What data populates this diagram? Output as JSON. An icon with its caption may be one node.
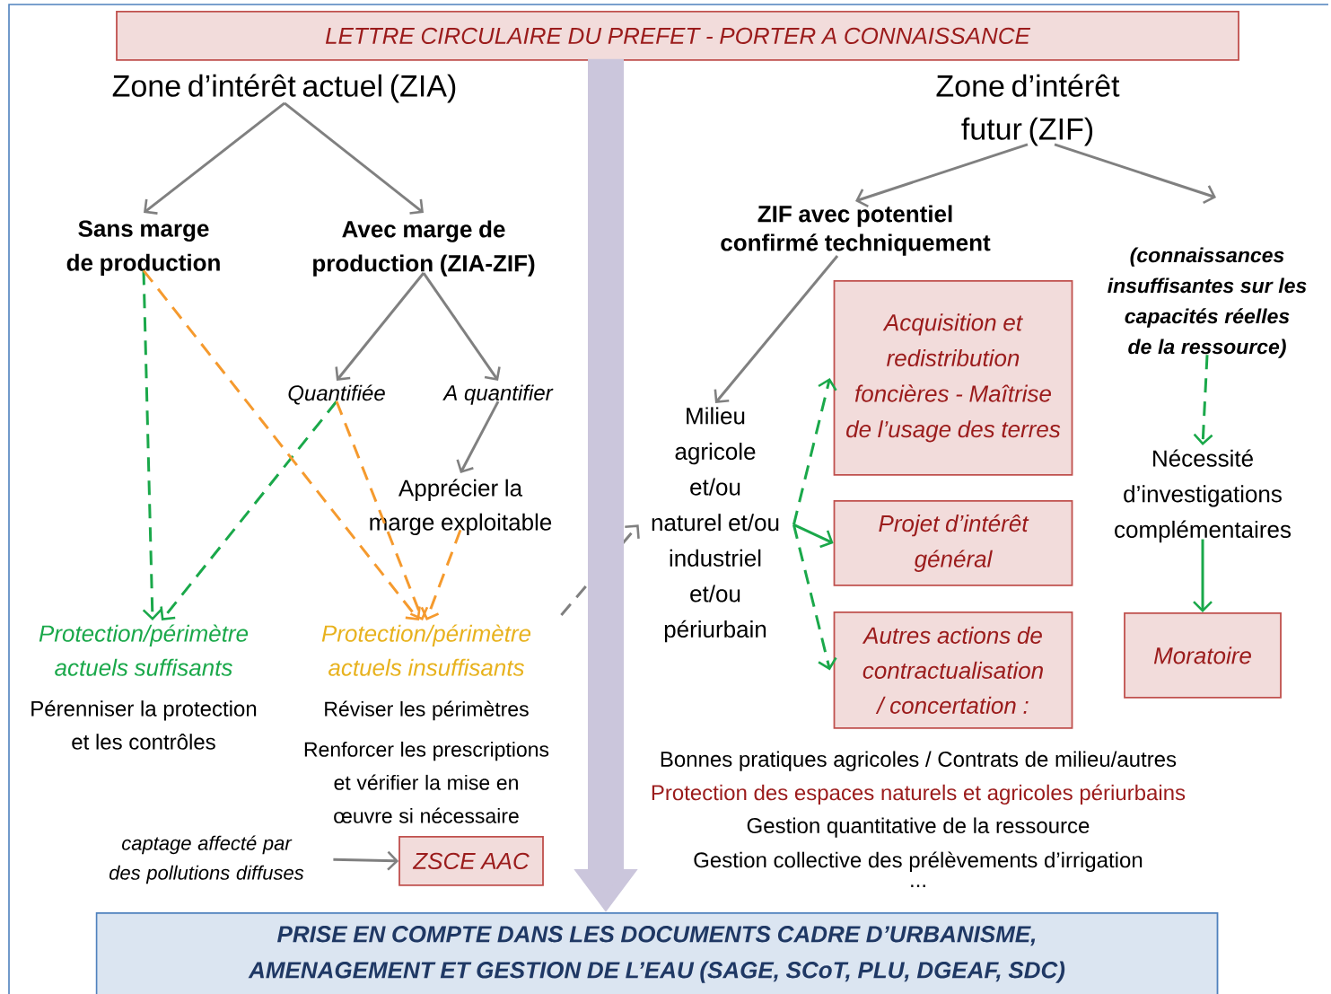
{
  "diagram": {
    "nodes": [
      {
        "text": [
          "LETTRE CIRCULAIRE DU PREFET - PORTER A CONNAISSANCE"
        ]
      },
      {
        "text": [
          "Zone d’intérêt actuel (ZIA)"
        ]
      },
      {
        "text": [
          "Zone d’intérêt futur (ZIF)"
        ]
      },
      {
        "text": [
          "Sans marge de production"
        ]
      },
      {
        "text": [
          "Avec marge de production (ZIA-ZIF)"
        ]
      },
      {
        "text": [
          "Quantifiée"
        ]
      },
      {
        "text": [
          "A quantifier"
        ]
      },
      {
        "text": [
          "Apprécier la marge exploitable"
        ]
      },
      {
        "text": [
          "Protection/périmètre actuels suffisants",
          "Pérenniser la protection et les contrôles"
        ]
      },
      {
        "text": [
          "Protection/périmètre actuels insuffisants",
          "Réviser les périmètres",
          "Renforcer les prescriptions et vérifier la mise en œuvre si nécessaire"
        ]
      },
      {
        "text": [
          "captage affecté par des pollutions diffuses"
        ]
      },
      {
        "text": [
          "ZSCE AAC"
        ]
      },
      {
        "text": [
          "ZIF avec potentiel confirmé techniquement"
        ]
      },
      {
        "text": [
          "(connaissances insuffisantes sur les capacités réelles de la ressource)"
        ]
      },
      {
        "text": [
          "Milieu agricole et/ou naturel et/ou industriel et/ou périurbain"
        ]
      },
      {
        "text": [
          "Acquisition et redistribution foncières - Maîtrise de l’usage des terres"
        ]
      },
      {
        "text": [
          "Projet d’intérêt général"
        ]
      },
      {
        "text": [
          "Autres actions de contractualisation / concertation :"
        ]
      },
      {
        "text": [
          "Nécessité d’investigations complémentaires"
        ]
      },
      {
        "text": [
          "Moratoire"
        ]
      },
      {
        "text": [
          "PRISE EN COMPTE DANS LES DOCUMENTS CADRE D’URBANISME, AMENAGEMENT ET GESTION DE L’EAU (SAGE, SCoT, PLU, DGEAF, SDC)"
        ]
      }
    ],
    "edges": [
      {
        "from": 1,
        "to": 3,
        "arrow": "to"
      },
      {
        "from": 1,
        "to": 4,
        "arrow": "to"
      },
      {
        "from": 4,
        "to": 5,
        "arrow": "to"
      },
      {
        "from": 4,
        "to": 6,
        "arrow": "to"
      },
      {
        "from": 6,
        "to": 7,
        "arrow": "to"
      },
      {
        "from": 3,
        "to": 8,
        "arrow": "to",
        "style": "dashed",
        "color": "#1aa84a"
      },
      {
        "from": 5,
        "to": 8,
        "arrow": "to",
        "style": "dashed",
        "color": "#1aa84a"
      },
      {
        "from": 3,
        "to": 9,
        "arrow": "to",
        "style": "dashed",
        "color": "#f59a2e"
      },
      {
        "from": 5,
        "to": 9,
        "arrow": "to",
        "style": "dashed",
        "color": "#f59a2e"
      },
      {
        "from": 7,
        "to": 9,
        "arrow": "to",
        "style": "dashed",
        "color": "#f59a2e"
      },
      {
        "from": 10,
        "to": 11,
        "arrow": "to"
      },
      {
        "from": 9,
        "to": 14,
        "arrow": "to",
        "style": "dashed"
      },
      {
        "from": 2,
        "to": 12,
        "arrow": "to"
      },
      {
        "from": 2,
        "to": 13,
        "arrow": "to"
      },
      {
        "from": 12,
        "to": 14,
        "arrow": "to"
      },
      {
        "from": 14,
        "to": 15,
        "arrow": "to",
        "style": "dashed",
        "color": "#1aa84a"
      },
      {
        "from": 14,
        "to": 16,
        "arrow": "to",
        "color": "#1aa84a"
      },
      {
        "from": 14,
        "to": 17,
        "arrow": "to",
        "style": "dashed",
        "color": "#1aa84a"
      },
      {
        "from": 13,
        "to": 18,
        "arrow": "to",
        "style": "dashed",
        "color": "#1aa84a"
      },
      {
        "from": 18,
        "to": 19,
        "arrow": "to",
        "color": "#1aa84a"
      },
      {
        "from": 0,
        "to": 20,
        "arrow": "to",
        "style": "thick",
        "color": "#cbc6dc"
      }
    ],
    "labels": [
      "Bonnes pratiques agricoles / Contrats de milieu/autres",
      "Protection des espaces naturels et agricoles périurbains",
      "Gestion quantitative de la ressource",
      "Gestion collective des prélèvements d’irrigation",
      "..."
    ]
  }
}
